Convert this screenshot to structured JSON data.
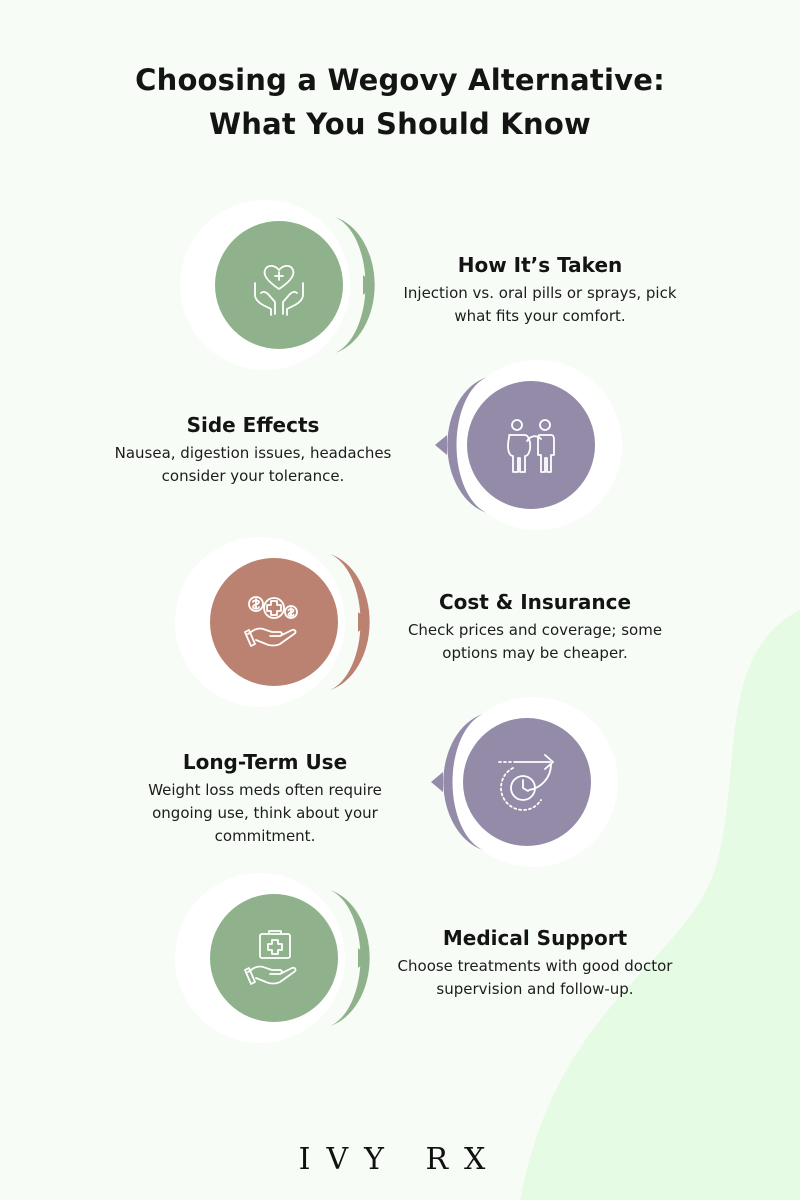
{
  "title": {
    "line1": "Choosing a Wegovy Alternative:",
    "line2": "What You Should Know"
  },
  "colors": {
    "green": "#8fb18c",
    "purple": "#948ba8",
    "terracotta": "#bc8271",
    "blob": "#e6fbe3"
  },
  "steps": [
    {
      "heading": "How It’s Taken",
      "body": "Injection vs. oral pills or sprays, pick what fits your comfort.",
      "icon": "heart-hands-icon",
      "color": "green"
    },
    {
      "heading": "Side Effects",
      "body": "Nausea, digestion issues, headaches consider your tolerance.",
      "icon": "people-icon",
      "color": "purple"
    },
    {
      "heading": "Cost & Insurance",
      "body": "Check prices and coverage; some options may be cheaper.",
      "icon": "money-hand-icon",
      "color": "terracotta"
    },
    {
      "heading": "Long-Term Use",
      "body": "Weight loss meds often require ongoing use, think about your commitment.",
      "icon": "clock-arrow-icon",
      "color": "purple"
    },
    {
      "heading": "Medical Support",
      "body": "Choose treatments with good doctor supervision and follow-up.",
      "icon": "medkit-hand-icon",
      "color": "green"
    }
  ],
  "brand": "IVY RX"
}
